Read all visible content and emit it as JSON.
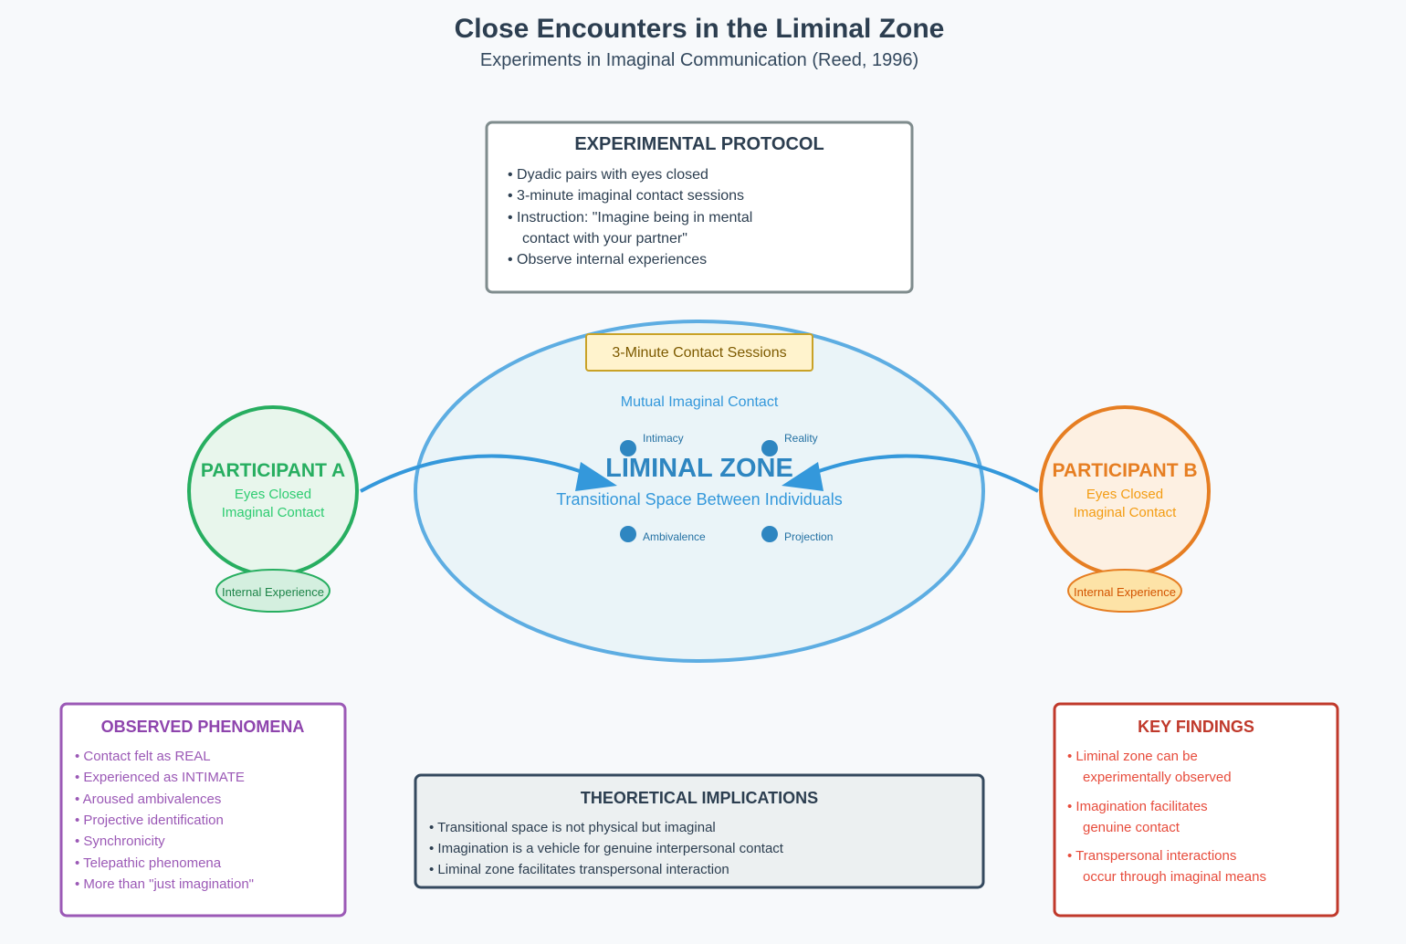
{
  "title": "Close Encounters in the Liminal Zone",
  "subtitle": "Experiments in Imaginal Communication (Reed, 1996)",
  "protocol": {
    "heading": "EXPERIMENTAL PROTOCOL",
    "lines": [
      "• Dyadic pairs with eyes closed",
      "• 3-minute imaginal contact sessions",
      "• Instruction: \"Imagine being in mental",
      "contact with your partner\"",
      "• Observe internal experiences"
    ]
  },
  "zone": {
    "session_label": "3-Minute Contact Sessions",
    "mutual": "Mutual Imaginal Contact",
    "title": "LIMINAL ZONE",
    "caption": "Transitional Space Between Individuals",
    "nodes": [
      "Intimacy",
      "Reality",
      "Ambivalence",
      "Projection"
    ]
  },
  "participant_a": {
    "title": "PARTICIPANT A",
    "line1": "Eyes Closed",
    "line2": "Imaginal Contact",
    "experience": "Internal Experience"
  },
  "participant_b": {
    "title": "PARTICIPANT B",
    "line1": "Eyes Closed",
    "line2": "Imaginal Contact",
    "experience": "Internal Experience"
  },
  "phenomena": {
    "heading": "OBSERVED PHENOMENA",
    "items": [
      "• Contact felt as REAL",
      "• Experienced as INTIMATE",
      "• Aroused ambivalences",
      "• Projective identification",
      "• Synchronicity",
      "• Telepathic phenomena",
      "• More than \"just imagination\""
    ]
  },
  "implications": {
    "heading": "THEORETICAL IMPLICATIONS",
    "items": [
      "• Transitional space is not physical but imaginal",
      "• Imagination is a vehicle for genuine interpersonal contact",
      "• Liminal zone facilitates transpersonal interaction"
    ]
  },
  "findings": {
    "heading": "KEY FINDINGS",
    "lines": [
      "• Liminal zone can be",
      "experimentally observed",
      "• Imagination facilitates",
      "genuine contact",
      "• Transpersonal interactions",
      "occur through imaginal means"
    ]
  },
  "colors": {
    "dark": "#2c3e50",
    "blue": "#3498db",
    "green": "#27ae60",
    "orange": "#e67e22",
    "purple": "#8e44ad",
    "red": "#c0392b"
  }
}
